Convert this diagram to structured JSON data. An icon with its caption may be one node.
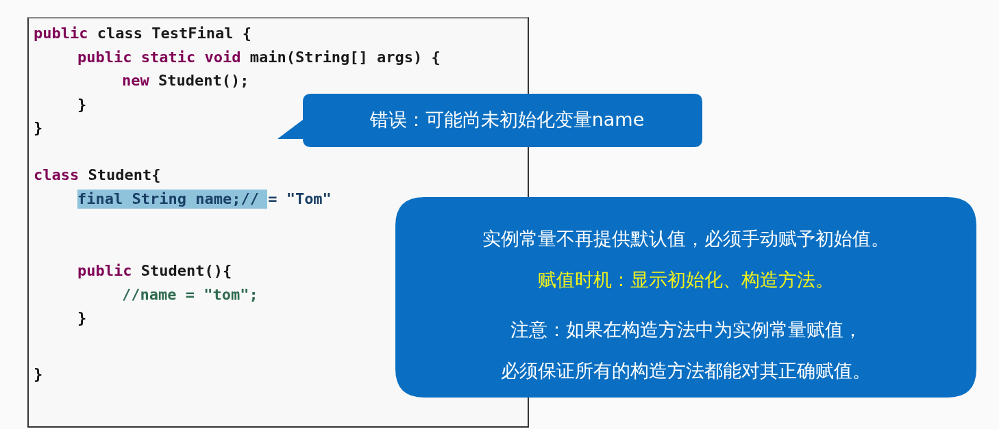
{
  "diagram": {
    "nodes": [
      {
        "text": [
          "public class TestFinal {",
          "public static void main(String[] args) {",
          "new Student();",
          "}",
          "}",
          "class Student{",
          "final String name;// = \"Tom\"",
          "public Student(){",
          "//name = \"tom\";",
          "}",
          "}"
        ]
      },
      {
        "text": [
          "错误：可能尚未初始化变量name"
        ]
      },
      {
        "text": [
          "实例常量不再提供默认值，必须手动赋予初始值。",
          "赋值时机：显示初始化、构造方法。",
          "注意：如果在构造方法中为实例常量赋值，必须保证所有的构造方法都能对其正确赋值。"
        ]
      }
    ]
  }
}
